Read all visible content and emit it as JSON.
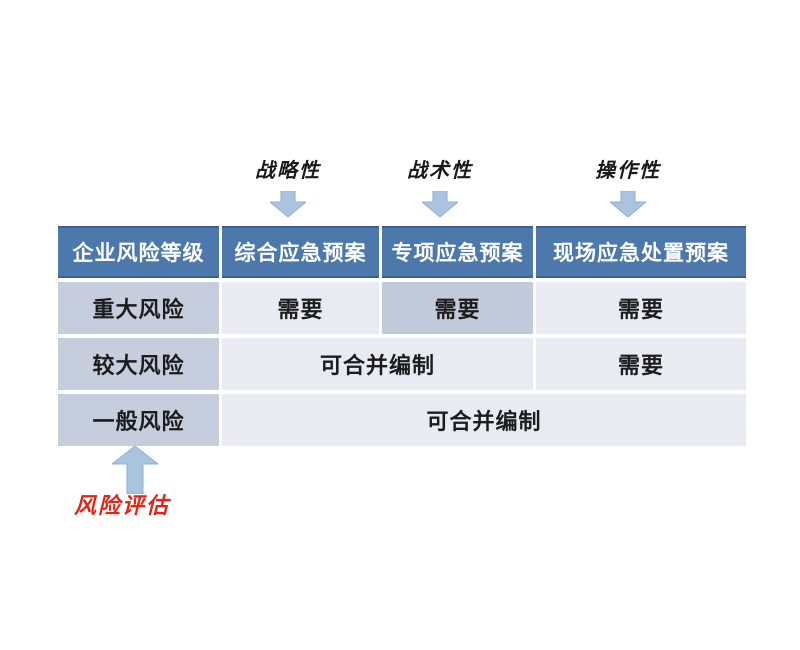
{
  "annotations": {
    "top": [
      {
        "label": "战略性"
      },
      {
        "label": "战术性"
      },
      {
        "label": "操作性"
      }
    ],
    "bottom": {
      "label": "风险评估"
    }
  },
  "table": {
    "headers": [
      {
        "label": "企业风险等级"
      },
      {
        "label": "综合应急预案"
      },
      {
        "label": "专项应急预案"
      },
      {
        "label": "现场应急处置预案"
      }
    ],
    "rows": [
      {
        "label": "重大风险",
        "cells": [
          {
            "text": "需要",
            "colspan": 1,
            "highlighted": false
          },
          {
            "text": "需要",
            "colspan": 1,
            "highlighted": true
          },
          {
            "text": "需要",
            "colspan": 1,
            "highlighted": false
          }
        ]
      },
      {
        "label": "较大风险",
        "cells": [
          {
            "text": "可合并编制",
            "colspan": 2,
            "highlighted": false
          },
          {
            "text": "需要",
            "colspan": 1,
            "highlighted": false
          }
        ]
      },
      {
        "label": "一般风险",
        "cells": [
          {
            "text": "可合并编制",
            "colspan": 3,
            "highlighted": false
          }
        ]
      }
    ]
  },
  "colors": {
    "background": "#ffffff",
    "header_bg": "#4d78ab",
    "header_accent_line": "#39618f",
    "header_text": "#ffffff",
    "row_label_bg": "#c6cede",
    "cell_bg": "#e8ebf2",
    "cell_highlight_bg": "#c2cbdb",
    "body_text": "#1c1c1c",
    "arrow_fill": "#aac4e0",
    "arrow_stroke": "#8fafd3",
    "annotation_text": "#1a1a1a",
    "risk_assessment_red": "#e32517"
  }
}
